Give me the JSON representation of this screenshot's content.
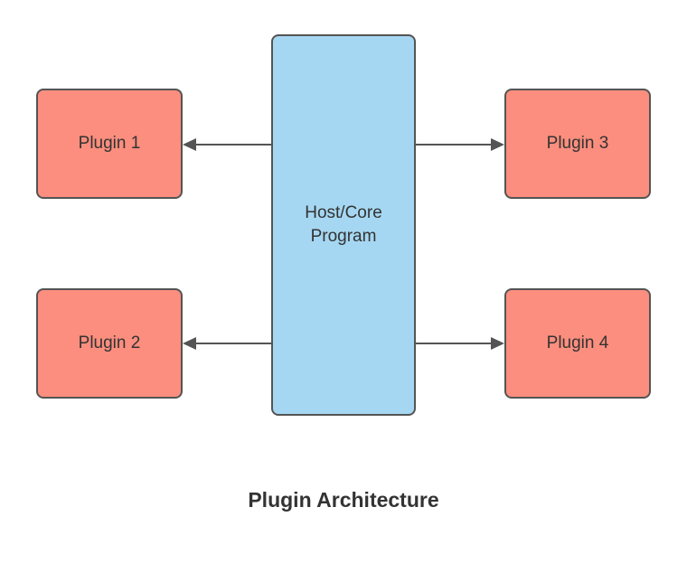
{
  "diagram": {
    "title": "Plugin Architecture",
    "host": {
      "label": "Host/Core Program"
    },
    "plugins": [
      {
        "id": "plugin-1",
        "label": "Plugin 1",
        "position": "top-left"
      },
      {
        "id": "plugin-2",
        "label": "Plugin 2",
        "position": "bottom-left"
      },
      {
        "id": "plugin-3",
        "label": "Plugin 3",
        "position": "top-right"
      },
      {
        "id": "plugin-4",
        "label": "Plugin 4",
        "position": "bottom-right"
      }
    ],
    "connections": [
      {
        "from": "host-core",
        "to": "plugin-1",
        "arrow_direction": "left"
      },
      {
        "from": "host-core",
        "to": "plugin-2",
        "arrow_direction": "left"
      },
      {
        "from": "host-core",
        "to": "plugin-3",
        "arrow_direction": "right"
      },
      {
        "from": "host-core",
        "to": "plugin-4",
        "arrow_direction": "right"
      }
    ],
    "colors": {
      "plugin_fill": "#FB8E7E",
      "host_fill": "#A6D7F2",
      "stroke": "#545454",
      "text": "#333333",
      "background": "#FFFFFF"
    }
  }
}
